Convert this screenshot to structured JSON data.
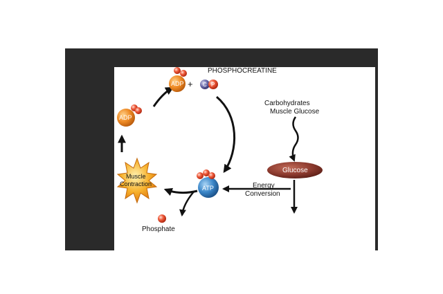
{
  "diagram": {
    "title": "PHOSPHOCREATINE",
    "adp_top": "ADP",
    "plus": "+",
    "creatine": "C",
    "phosphate_ball": "P",
    "adp_left": "ADP",
    "atp": "ATP",
    "muscle_line1": "Muscle",
    "muscle_line2": "Contraction",
    "phosphate": "Phosphate",
    "carbs_line1": "Carbohydrates",
    "carbs_line2": "Muscle Glucose",
    "glucose": "Glucose",
    "energy_line1": "Energy",
    "energy_line2": "Conversion"
  },
  "colors": {
    "frame": "#2a2a2a",
    "adp": "#e8821e",
    "atp": "#3a86c8",
    "phosphate": "#e8452a",
    "glucose": "#8c3a2e",
    "starburst": "#f5a623"
  }
}
